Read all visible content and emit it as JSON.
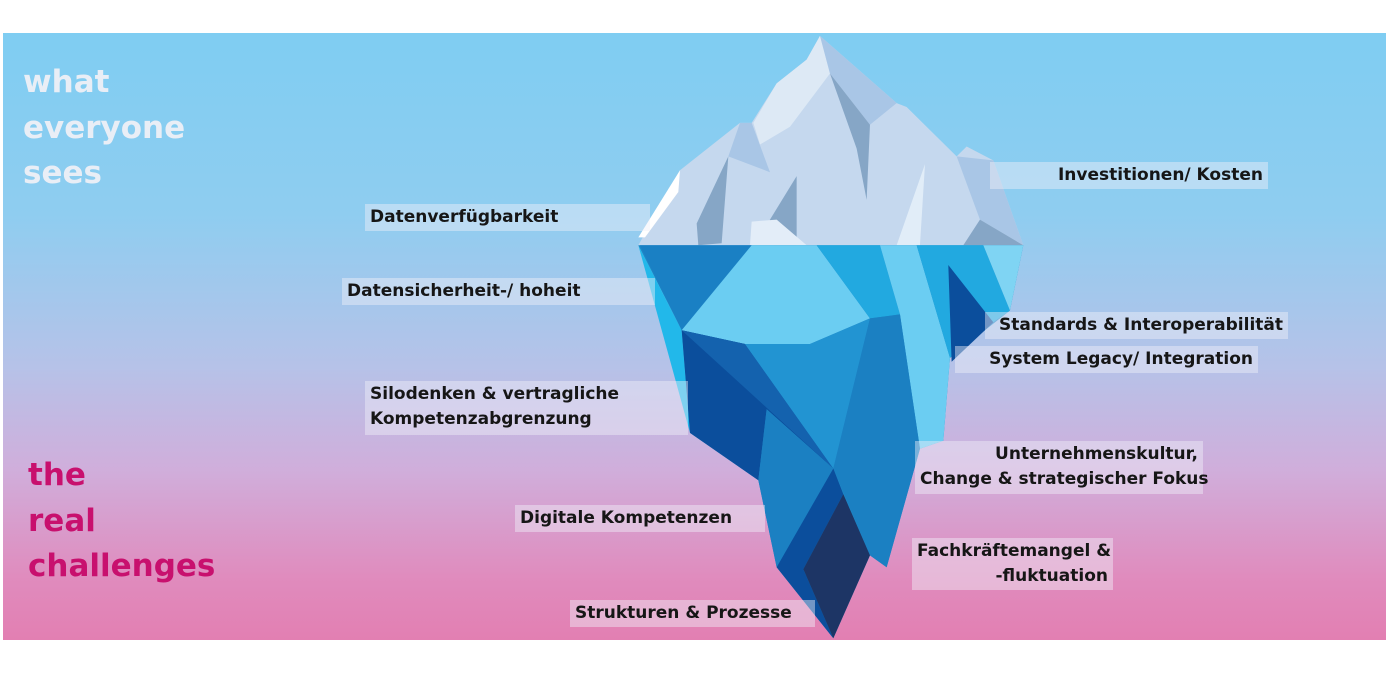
{
  "headings": {
    "top": [
      "what",
      "everyone",
      "sees"
    ],
    "bottom": [
      "the",
      "real",
      "challenges"
    ]
  },
  "labels": {
    "datenverfuegbarkeit": "Datenverfügbarkeit",
    "investitionen": "Investitionen/ Kosten",
    "datensicherheit": "Datensicherheit-/ hoheit",
    "standards": "Standards & Interoperabilität",
    "legacy": "System Legacy/ Integration",
    "silodenken": [
      "Silodenken & vertragliche",
      "Kompetenzabgrenzung"
    ],
    "unternehmenskultur": [
      "Unternehmenskultur,",
      "Change & strategischer Fokus"
    ],
    "digitale": "Digitale Kompetenzen",
    "fachkraefte": [
      "Fachkräftemangel &",
      "-fluktuation"
    ],
    "strukturen": "Strukturen & Prozesse"
  },
  "colors": {
    "sky": "#7fcdf2",
    "bottom": "#e27fb2",
    "challenges_text": "#c8106e",
    "seen_text": "#e9eef6"
  }
}
